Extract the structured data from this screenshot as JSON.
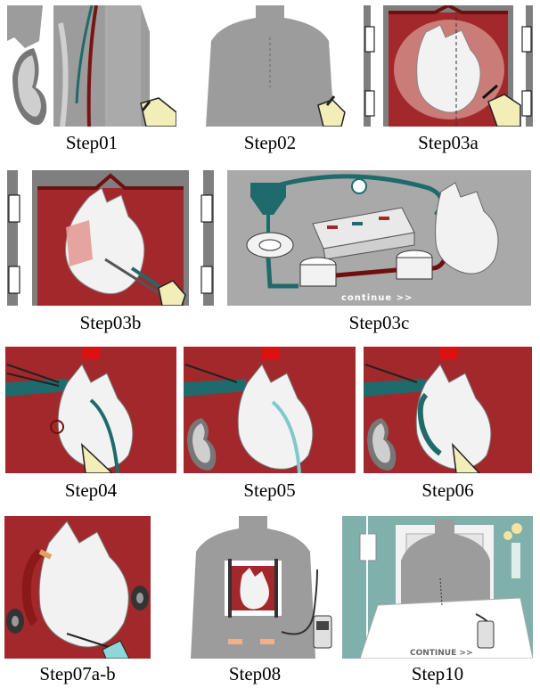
{
  "steps": [
    {
      "label": "Step01"
    },
    {
      "label": "Step02"
    },
    {
      "label": "Step03a"
    },
    {
      "label": "Step03b"
    },
    {
      "label": "Step03c"
    },
    {
      "label": "Step04"
    },
    {
      "label": "Step05"
    },
    {
      "label": "Step06"
    },
    {
      "label": "Step07a-b"
    },
    {
      "label": "Step08"
    },
    {
      "label": "Step10"
    }
  ],
  "panel_text": {
    "continue_03c": "continue >>",
    "continue_10": "CONTINUE >>"
  },
  "colors": {
    "blood_red": "#a3282b",
    "dark_red": "#6e1010",
    "body_gray": "#9c9c9c",
    "teal": "#1f6a6a",
    "machine_bg": "#a9a9a9",
    "room_teal": "#7fb0ac",
    "heart_white": "#f2f2f2"
  }
}
